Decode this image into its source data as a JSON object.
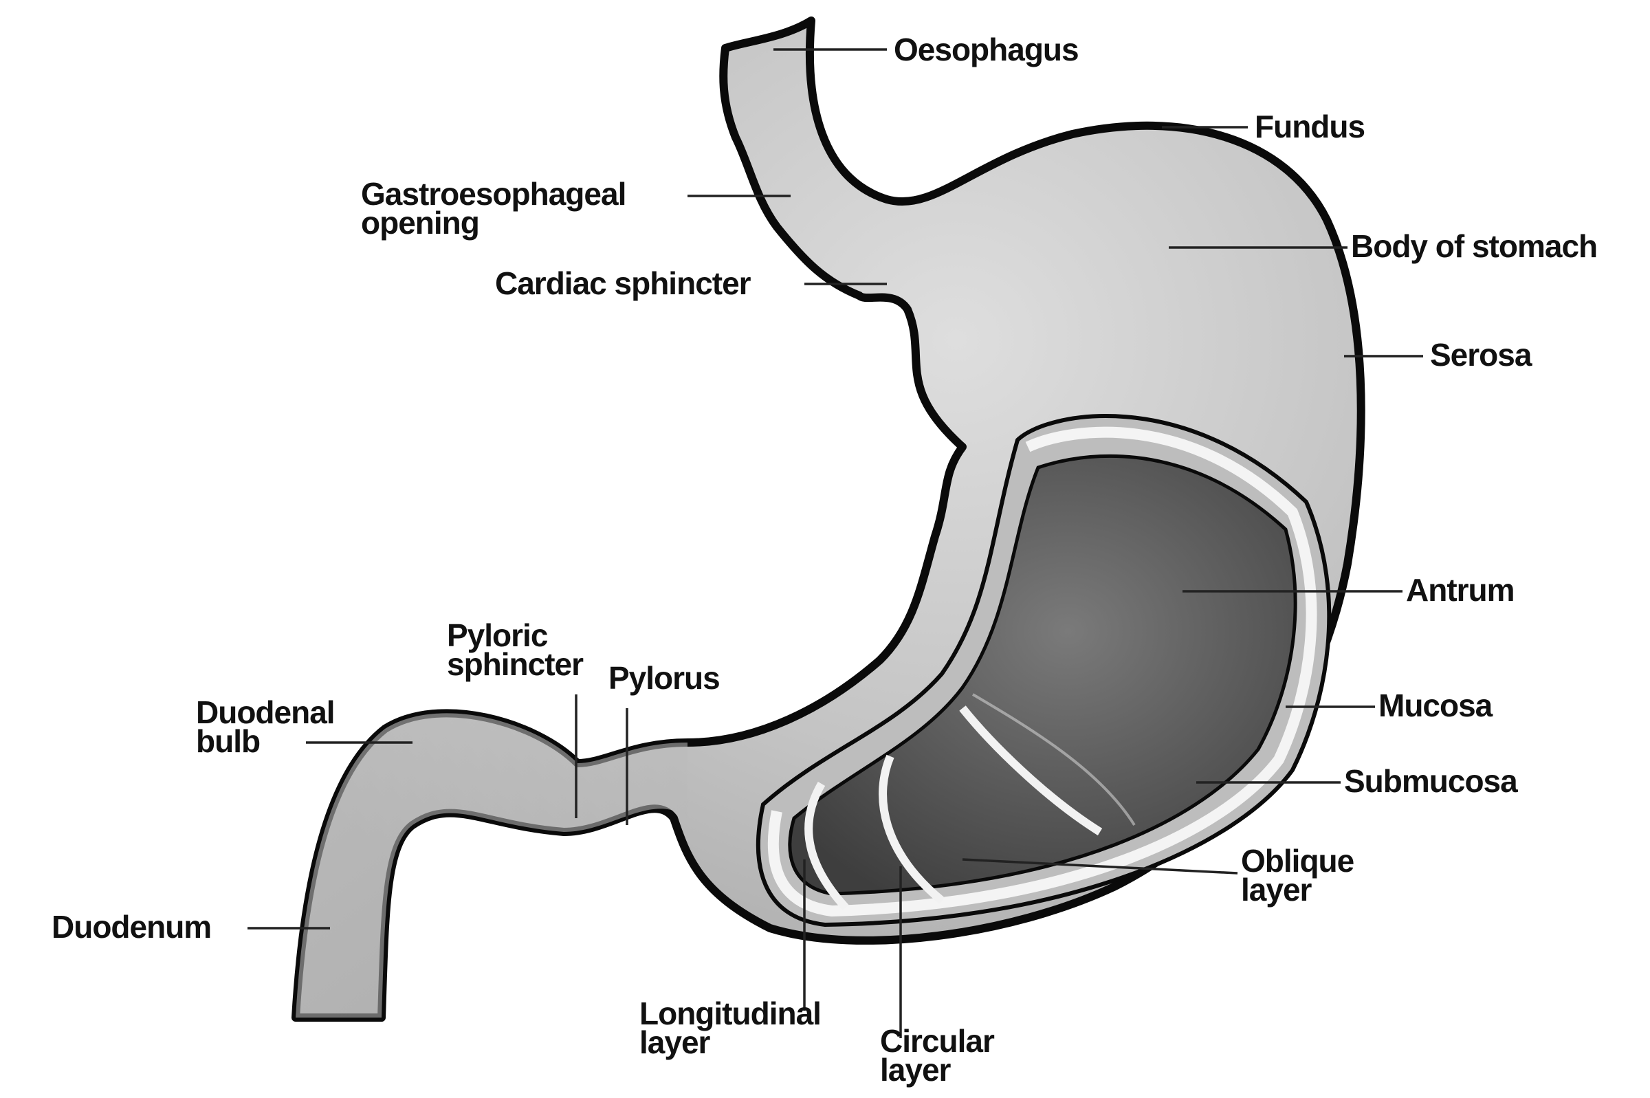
{
  "diagram": {
    "colors": {
      "outline": "#0a0a0a",
      "tissue_light": "#d6d6d6",
      "tissue_mid": "#a9a9a9",
      "cavity_dark": "#5a5a5a",
      "layer_highlight": "#f2f2f2"
    },
    "labels": {
      "oesophagus": "Oesophagus",
      "fundus": "Fundus",
      "gastroesophageal_line1": "Gastroesophageal",
      "gastroesophageal_line2": "opening",
      "body_of_stomach": "Body of stomach",
      "cardiac_sphincter": "Cardiac sphincter",
      "serosa": "Serosa",
      "antrum": "Antrum",
      "pyloric_sphincter_line1": "Pyloric",
      "pyloric_sphincter_line2": "sphincter",
      "pylorus": "Pylorus",
      "duodenal_bulb_line1": "Duodenal",
      "duodenal_bulb_line2": "bulb",
      "mucosa": "Mucosa",
      "submucosa": "Submucosa",
      "oblique_layer_line1": "Oblique",
      "oblique_layer_line2": "layer",
      "duodenum": "Duodenum",
      "longitudinal_layer_line1": "Longitudinal",
      "longitudinal_layer_line2": "layer",
      "circular_layer_line1": "Circular",
      "circular_layer_line2": "layer"
    }
  }
}
